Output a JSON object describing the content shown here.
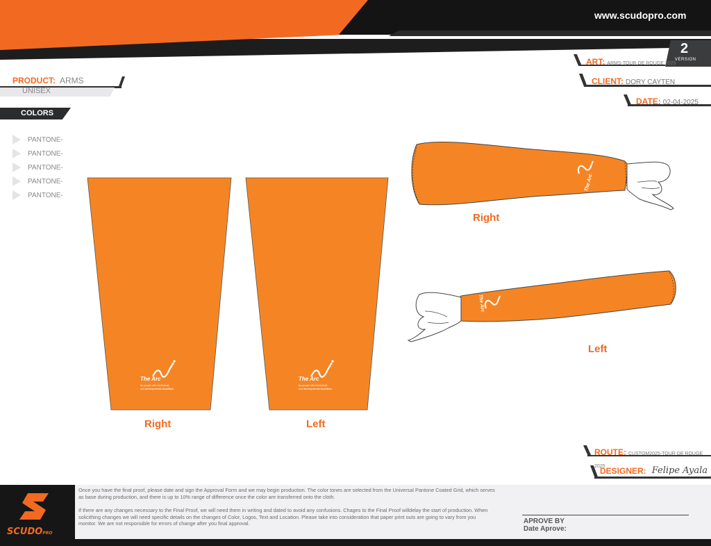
{
  "header": {
    "brand": "SCUDO",
    "brand_suffix": "PRO",
    "website": "www.scudopro.com"
  },
  "version": {
    "number": "2",
    "label": "VERSION"
  },
  "art": {
    "label": "ART:",
    "value": "ARMS-TOUR DE ROUGE 2025"
  },
  "client": {
    "label": "CLIENT:",
    "value": "DORY CAYTEN"
  },
  "date": {
    "label": "DATE:",
    "value": "02-04-2025"
  },
  "product": {
    "label": "PRODUCT:",
    "value": "ARMS",
    "gender": "UNISEX"
  },
  "colors": {
    "title": "COLORS",
    "items": [
      "PANTONE-",
      "PANTONE-",
      "PANTONE-",
      "PANTONE-",
      "PANTONE-"
    ]
  },
  "patterns": {
    "right_label": "Right",
    "left_label": "Left",
    "logo_name": "The Arc",
    "logo_tagline1": "for people with intellectual",
    "logo_tagline2": "and developmental disabilities"
  },
  "mockups": {
    "right_label": "Right",
    "left_label": "Left"
  },
  "route": {
    "label": "ROUTE:",
    "value": "CUSTOM2025-TOUR DE ROUGE 2025"
  },
  "designer": {
    "label": "DESIGNER:",
    "signature": "Felipe Ayala"
  },
  "footer": {
    "brand": "SCUDO",
    "brand_suffix": "PRO",
    "paragraph1": "Once you have the final proof, please date and sign the Approval Form and we may begin production. The color tones are selected from the Universal Pantone Coated Grid, which serves as base during production, and there is up to 10% range of difference once the color are transferred onto the cloth.",
    "paragraph2": "If there are any changes necessary to the Final Proof, we will need them in writing and dated to avoid any confusions. Chages to the Final Proof willdelay the start of production. When solicithing changes we will need specific details on the changes of Color, Logos, Text and Location.  Please take into consideration that paper print outs are going to vary from you monitor. We are not responsible for errors of change after you final approval.",
    "aprove_by": "APROVE BY",
    "date_aprove": "Date Aprove:"
  },
  "colors_hex": {
    "orange": "#f26a21",
    "sleeve": "#f58524",
    "dark": "#161616"
  }
}
